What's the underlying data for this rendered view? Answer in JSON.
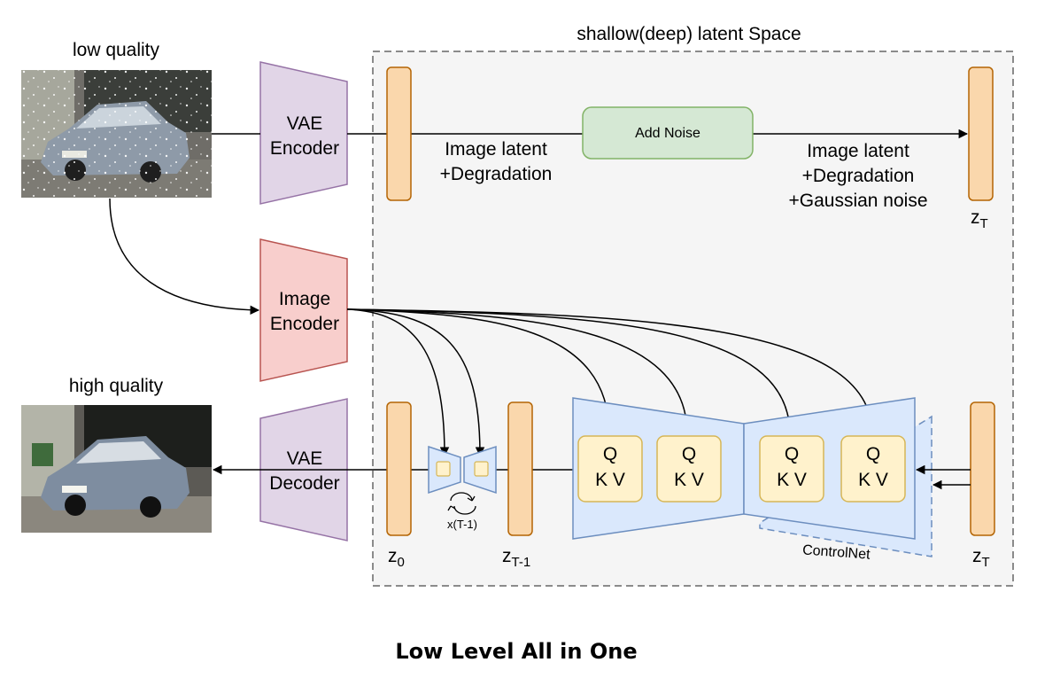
{
  "texts": {
    "region_title": "shallow(deep) latent Space",
    "low_quality": "low quality",
    "high_quality": "high quality",
    "vae_enc_1": "VAE",
    "vae_enc_2": "Encoder",
    "img_enc_1": "Image",
    "img_enc_2": "Encoder",
    "vae_dec_1": "VAE",
    "vae_dec_2": "Decoder",
    "add_noise": "Add Noise",
    "latent_l1": "Image latent",
    "latent_l2": "+Degradation",
    "latent_r1": "Image latent",
    "latent_r2": "+Degradation",
    "latent_r3": "+Gaussian noise",
    "z_letter": "z",
    "sub_T": "T",
    "sub_0": "0",
    "sub_T1": "T-1",
    "loop_label": "x(T-1)",
    "q": "Q",
    "kv": "K V",
    "controlnet": "ControlNet",
    "bottom_title": "Low Level All in One"
  },
  "colors": {
    "latent_fill": "#fad7ac",
    "latent_stroke": "#b46504",
    "vae_fill": "#e1d5e7",
    "vae_stroke": "#9673a6",
    "image_enc_fill": "#f8cecc",
    "image_enc_stroke": "#b85450",
    "noise_fill": "#d5e8d4",
    "noise_stroke": "#82b366",
    "unet_fill": "#dae8fc",
    "unet_stroke": "#6c8ebf",
    "qkv_fill": "#fff2cc",
    "qkv_stroke": "#d6b656",
    "region_fill": "#f5f5f5",
    "region_stroke": "#666666"
  },
  "icons": {
    "low_quality_photo": "car-photo-degraded",
    "high_quality_photo": "car-photo-restored",
    "loop": "refresh-icon"
  }
}
